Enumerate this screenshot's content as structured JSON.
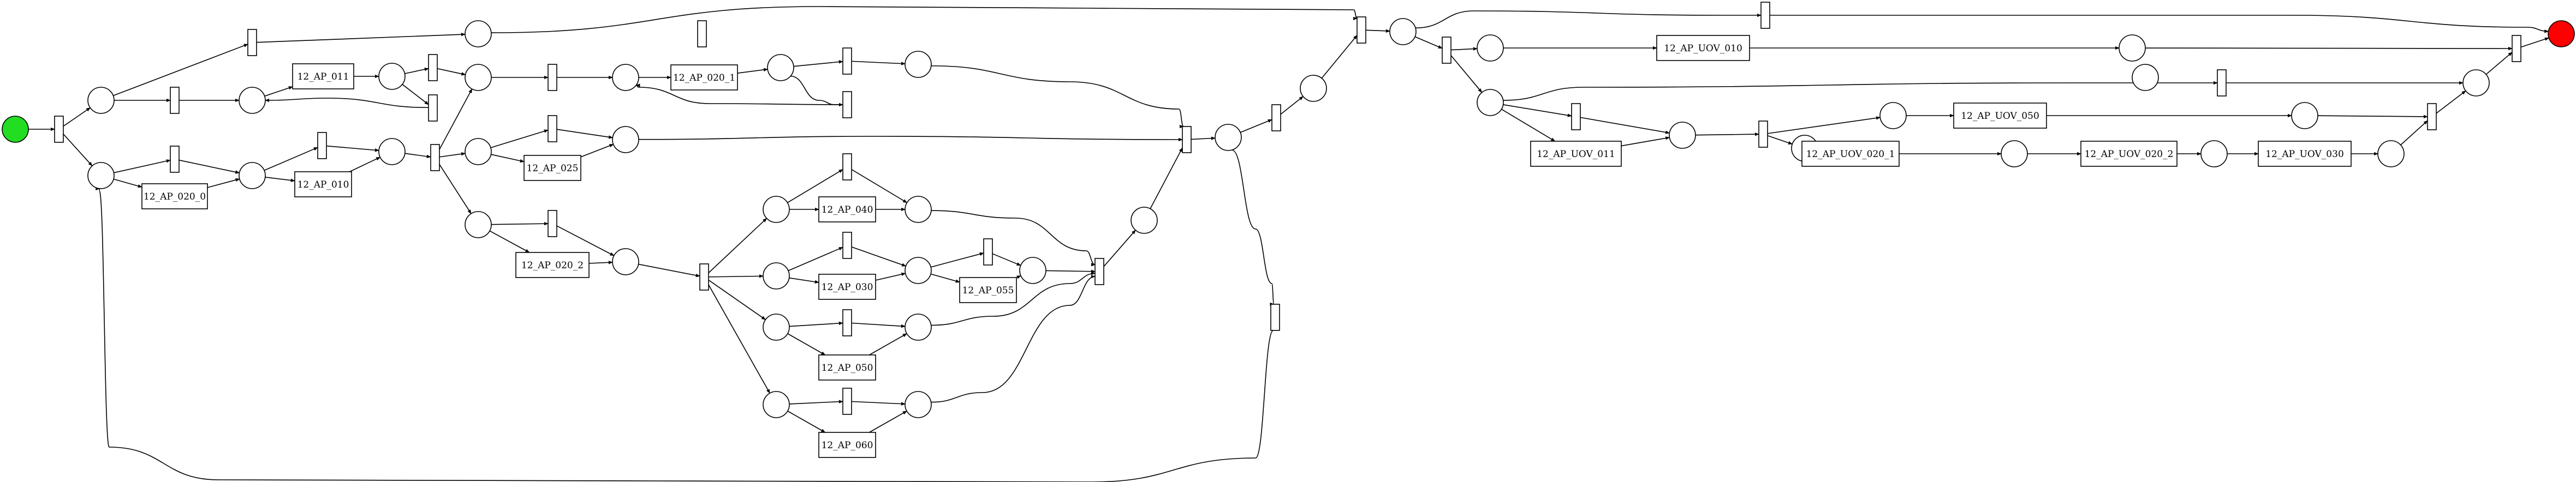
{
  "diagram": {
    "type": "petri-net",
    "start_place_color": "#22dd22",
    "end_place_color": "#ff0000",
    "transitions": [
      {
        "id": "t_l011",
        "label": "12_AP_011"
      },
      {
        "id": "t_l020_0",
        "label": "12_AP_020_0"
      },
      {
        "id": "t_l010",
        "label": "12_AP_010"
      },
      {
        "id": "t_l020_1",
        "label": "12_AP_020_1"
      },
      {
        "id": "t_l025",
        "label": "12_AP_025"
      },
      {
        "id": "t_l020_2",
        "label": "12_AP_020_2"
      },
      {
        "id": "t_l040",
        "label": "12_AP_040"
      },
      {
        "id": "t_l030",
        "label": "12_AP_030"
      },
      {
        "id": "t_l055",
        "label": "12_AP_055"
      },
      {
        "id": "t_l050",
        "label": "12_AP_050"
      },
      {
        "id": "t_l060",
        "label": "12_AP_060"
      },
      {
        "id": "t_luov010",
        "label": "12_AP_UOV_010"
      },
      {
        "id": "t_luov011",
        "label": "12_AP_UOV_011"
      },
      {
        "id": "t_luov050",
        "label": "12_AP_UOV_050"
      },
      {
        "id": "t_luov020_1",
        "label": "12_AP_UOV_020_1"
      },
      {
        "id": "t_luov020_2",
        "label": "12_AP_UOV_020_2"
      },
      {
        "id": "t_luov030",
        "label": "12_AP_UOV_030"
      }
    ]
  }
}
